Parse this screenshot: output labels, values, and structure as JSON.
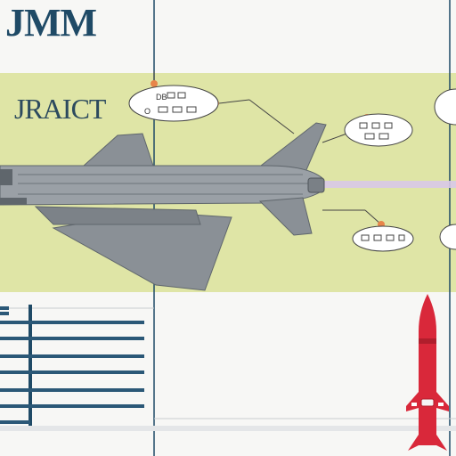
{
  "header": {
    "title": "JMM"
  },
  "panel": {
    "label": "JRAICT"
  },
  "callouts": [
    {
      "line1": "DB",
      "line2": "O"
    },
    {
      "line1": "",
      "line2": ""
    },
    {
      "line1": "",
      "line2": ""
    },
    {
      "line1": "",
      "line2": ""
    }
  ],
  "colors": {
    "panel": "#dfe5a6",
    "aircraft": "#8a9096",
    "aircraft_dark": "#5f666c",
    "accent_orange": "#e8854a",
    "missile": "#d9283a",
    "navy": "#1f4a66",
    "beam": "#d8c8e8"
  },
  "icons": {
    "aircraft": "fighter-jet-icon",
    "missile": "missile-icon"
  }
}
